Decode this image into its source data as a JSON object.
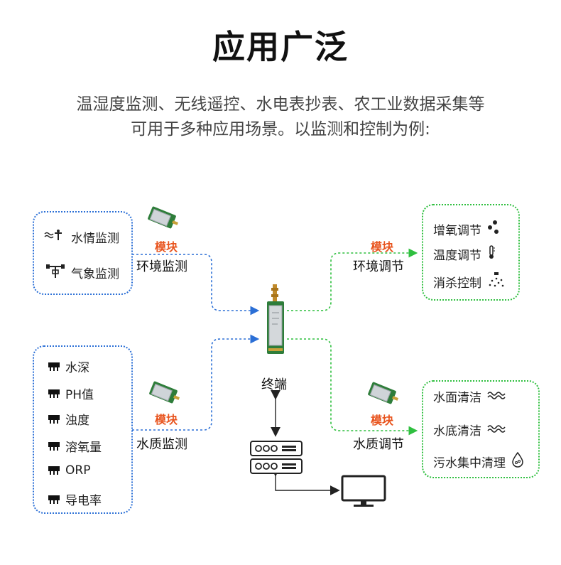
{
  "header": {
    "title": "应用广泛",
    "subtitle_line1": "温湿度监测、无线遥控、水电表抄表、农工业数据采集等",
    "subtitle_line2": "可用于多种应用场景。以监测和控制为例:"
  },
  "env_monitor": {
    "items": [
      {
        "label": "水情监测",
        "icon": "water-level-icon"
      },
      {
        "label": "气象监测",
        "icon": "weather-station-icon"
      }
    ],
    "module_label": "模块",
    "caption": "环境监测"
  },
  "water_monitor": {
    "items": [
      {
        "label": "水深",
        "icon": "sensor-chip-icon"
      },
      {
        "label": "PH值",
        "icon": "sensor-chip-icon"
      },
      {
        "label": "浊度",
        "icon": "sensor-chip-icon"
      },
      {
        "label": "溶氧量",
        "icon": "sensor-chip-icon"
      },
      {
        "label": "ORP",
        "icon": "sensor-chip-icon"
      },
      {
        "label": "导电率",
        "icon": "sensor-chip-icon"
      }
    ],
    "module_label": "模块",
    "caption": "水质监测"
  },
  "env_control": {
    "items": [
      {
        "label": "增氧调节",
        "icon": "bubbles-icon"
      },
      {
        "label": "温度调节",
        "icon": "thermometer-icon"
      },
      {
        "label": "消杀控制",
        "icon": "spray-icon"
      }
    ],
    "module_label": "模块",
    "caption": "环境调节"
  },
  "water_control": {
    "items": [
      {
        "label": "水面清洁",
        "icon": "surface-waves-icon"
      },
      {
        "label": "水底清洁",
        "icon": "bottom-waves-icon"
      },
      {
        "label": "污水集中清理",
        "icon": "water-drop-icon"
      }
    ],
    "module_label": "模块",
    "caption": "水质调节"
  },
  "center": {
    "terminal_label": "终端",
    "device_icon": "radio-module-icon",
    "server_icon": "server-rack-icon",
    "monitor_icon": "monitor-icon"
  },
  "colors": {
    "blue": "#2b6fd6",
    "green": "#2fbf3f",
    "orange": "#e8541e"
  }
}
